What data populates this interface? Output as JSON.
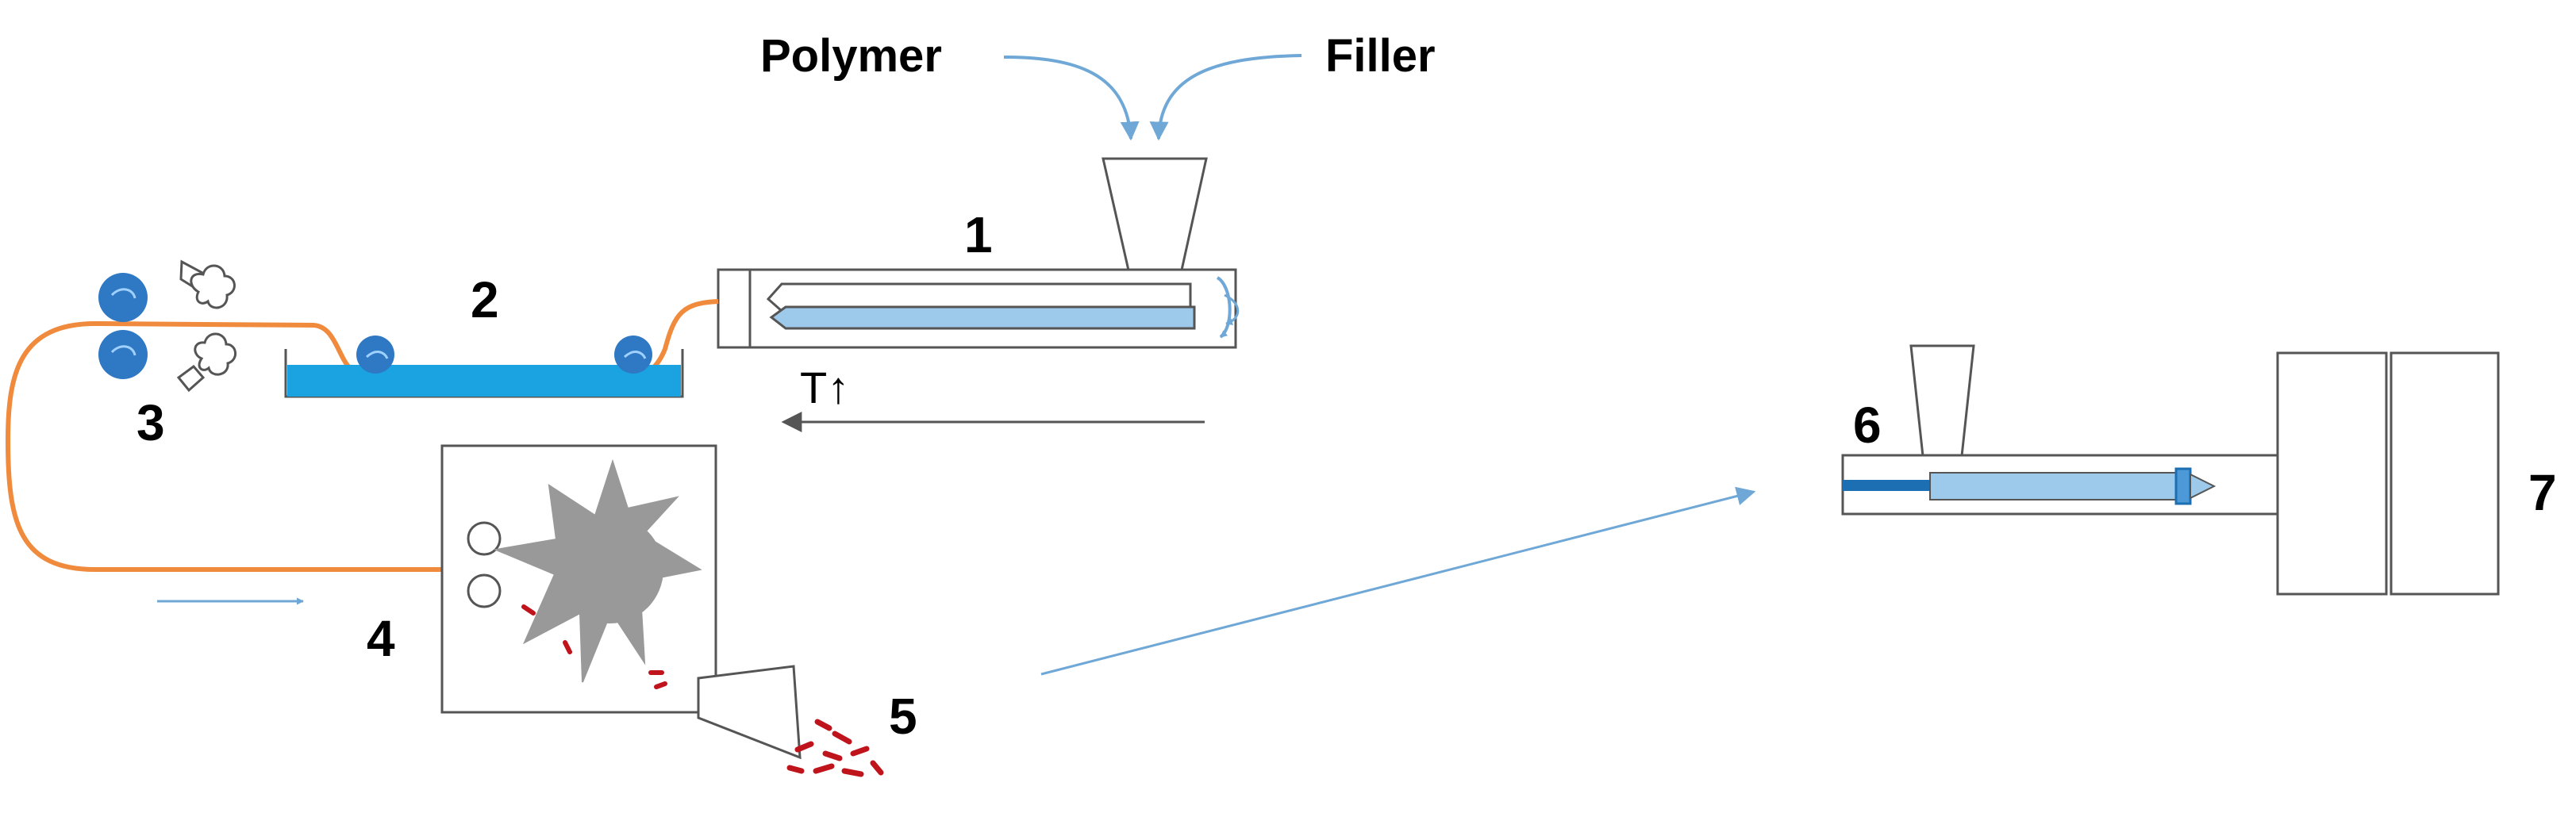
{
  "title": "",
  "inputs": {
    "polymer": "Polymer",
    "filler": "Filler"
  },
  "temperature_label": "T↑",
  "stages": [
    {
      "id": "extruder",
      "number": "1"
    },
    {
      "id": "water-bath",
      "number": "2"
    },
    {
      "id": "haul-off-rollers",
      "number": "3"
    },
    {
      "id": "pelletizer",
      "number": "4"
    },
    {
      "id": "pellets",
      "number": "5"
    },
    {
      "id": "injection-unit",
      "number": "6"
    },
    {
      "id": "mold",
      "number": "7"
    }
  ],
  "colors": {
    "outline": "#555555",
    "arrow": "#6fa8d6",
    "strand": "#f08a3c",
    "water": "#1aa3e0",
    "barrel_fill": "#9dc9ea",
    "roller": "#2f78c4",
    "rotor": "#999999",
    "pellet": "#c0141c"
  }
}
